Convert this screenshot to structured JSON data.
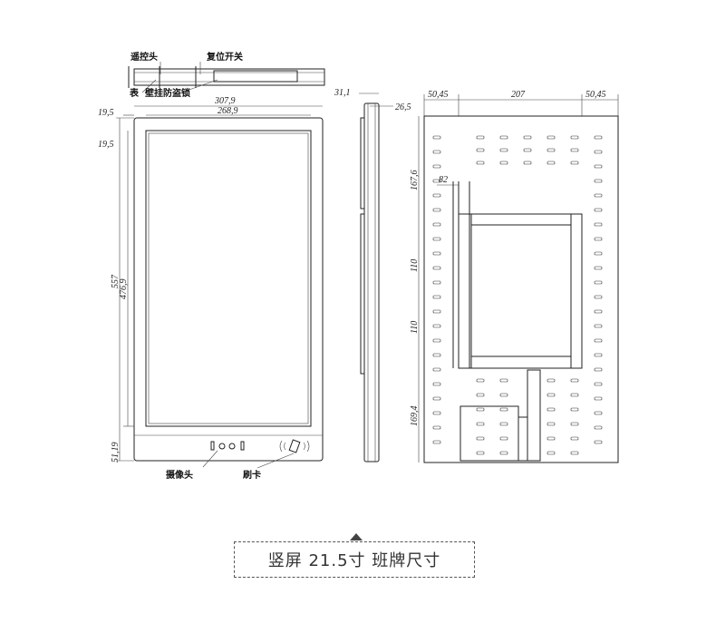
{
  "labels": {
    "remote_head": "遥控头",
    "reset_switch": "复位开关",
    "meter": "表",
    "wall_lock": "壁挂防盗锁",
    "camera": "摄像头",
    "card_swipe": "刷卡"
  },
  "dims": {
    "side_depth": "31,1",
    "side_depth2": "26,5",
    "front_width_outer": "307,9",
    "front_width_inner": "268,9",
    "front_margin_x": "19,5",
    "front_margin_y": "19,5",
    "front_height_outer": "557",
    "front_height_inner": "476,9",
    "front_bottom": "51,19",
    "back_left": "50,45",
    "back_center": "207",
    "back_right": "50,45",
    "back_top": "167,6",
    "back_small": "82",
    "back_mid1": "110",
    "back_mid2": "110",
    "back_bottom": "169,4"
  },
  "caption": "竖屏  21.5寸 班牌尺寸"
}
